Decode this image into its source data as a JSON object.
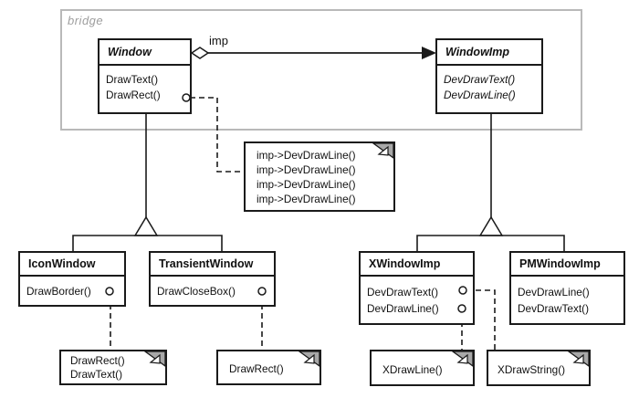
{
  "package": {
    "label": "bridge"
  },
  "association": {
    "label": "imp"
  },
  "classes": {
    "window": {
      "name": "Window",
      "methods": [
        "DrawText()",
        "DrawRect()"
      ]
    },
    "windowimp": {
      "name": "WindowImp",
      "methods": [
        "DevDrawText()",
        "DevDrawLine()"
      ]
    },
    "iconwindow": {
      "name": "IconWindow",
      "methods": [
        "DrawBorder()"
      ]
    },
    "transientwindow": {
      "name": "TransientWindow",
      "methods": [
        "DrawCloseBox()"
      ]
    },
    "xwindowimp": {
      "name": "XWindowImp",
      "methods": [
        "DevDrawText()",
        "DevDrawLine()"
      ]
    },
    "pmwindowimp": {
      "name": "PMWindowImp",
      "methods": [
        "DevDrawLine()",
        "DevDrawText()"
      ]
    }
  },
  "notes": {
    "imp_note": {
      "lines": [
        "imp->DevDrawLine()",
        "imp->DevDrawLine()",
        "imp->DevDrawLine()",
        "imp->DevDrawLine()"
      ]
    },
    "iconwindow_note": {
      "lines": [
        "DrawRect()",
        "DrawText()"
      ]
    },
    "transientwindow_note": {
      "lines": [
        "DrawRect()"
      ]
    },
    "xdrawline_note": {
      "lines": [
        "XDrawLine()"
      ]
    },
    "xdrawstring_note": {
      "lines": [
        "XDrawString()"
      ]
    }
  },
  "colors": {
    "line": "#1a1a1a",
    "frame_border": "#b9b9b9",
    "dogear_fill": "#a8a8a8",
    "package_label_color": "#9e9e9e",
    "background": "#ffffff"
  }
}
